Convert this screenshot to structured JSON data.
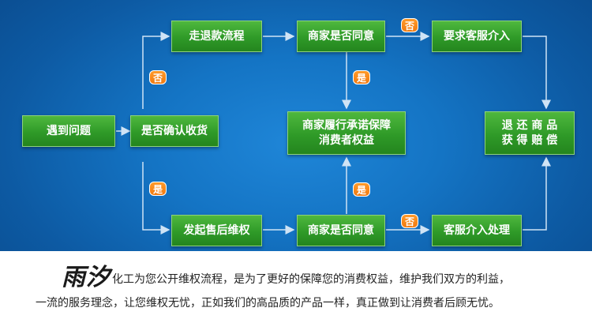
{
  "boxes": {
    "problem": "遇到问题",
    "confirm_receipt": "是否确认收货",
    "refund_process": "走退款流程",
    "merchant_agree_top": "商家是否同意",
    "request_cs": "要求客服介入",
    "merchant_guarantee": "商家履行承诺保障\n消费者权益",
    "return_compensate": "退 还 商 品\n获 得 赔 偿",
    "after_sale": "发起售后维权",
    "merchant_agree_bottom": "商家是否同意",
    "cs_handle": "客服介入处理"
  },
  "badges": {
    "no_refund": "否",
    "no_top": "否",
    "yes_top": "是",
    "yes_after": "是",
    "yes_bottom": "是",
    "no_bottom": "否"
  },
  "caption": {
    "brand": "雨汐",
    "line1": "化工为您公开维权流程，是为了更好的保障您的消费权益，维护我们双方的利益，",
    "line2": "一流的服务理念，让您维权无忧，正如我们的高品质的产品一样，真正做到让消费者后顾无忧。"
  },
  "colors": {
    "background": "#1474c4",
    "box": "#2f9a28",
    "badge": "#f07a10",
    "arrow": "#cfe3f5"
  }
}
